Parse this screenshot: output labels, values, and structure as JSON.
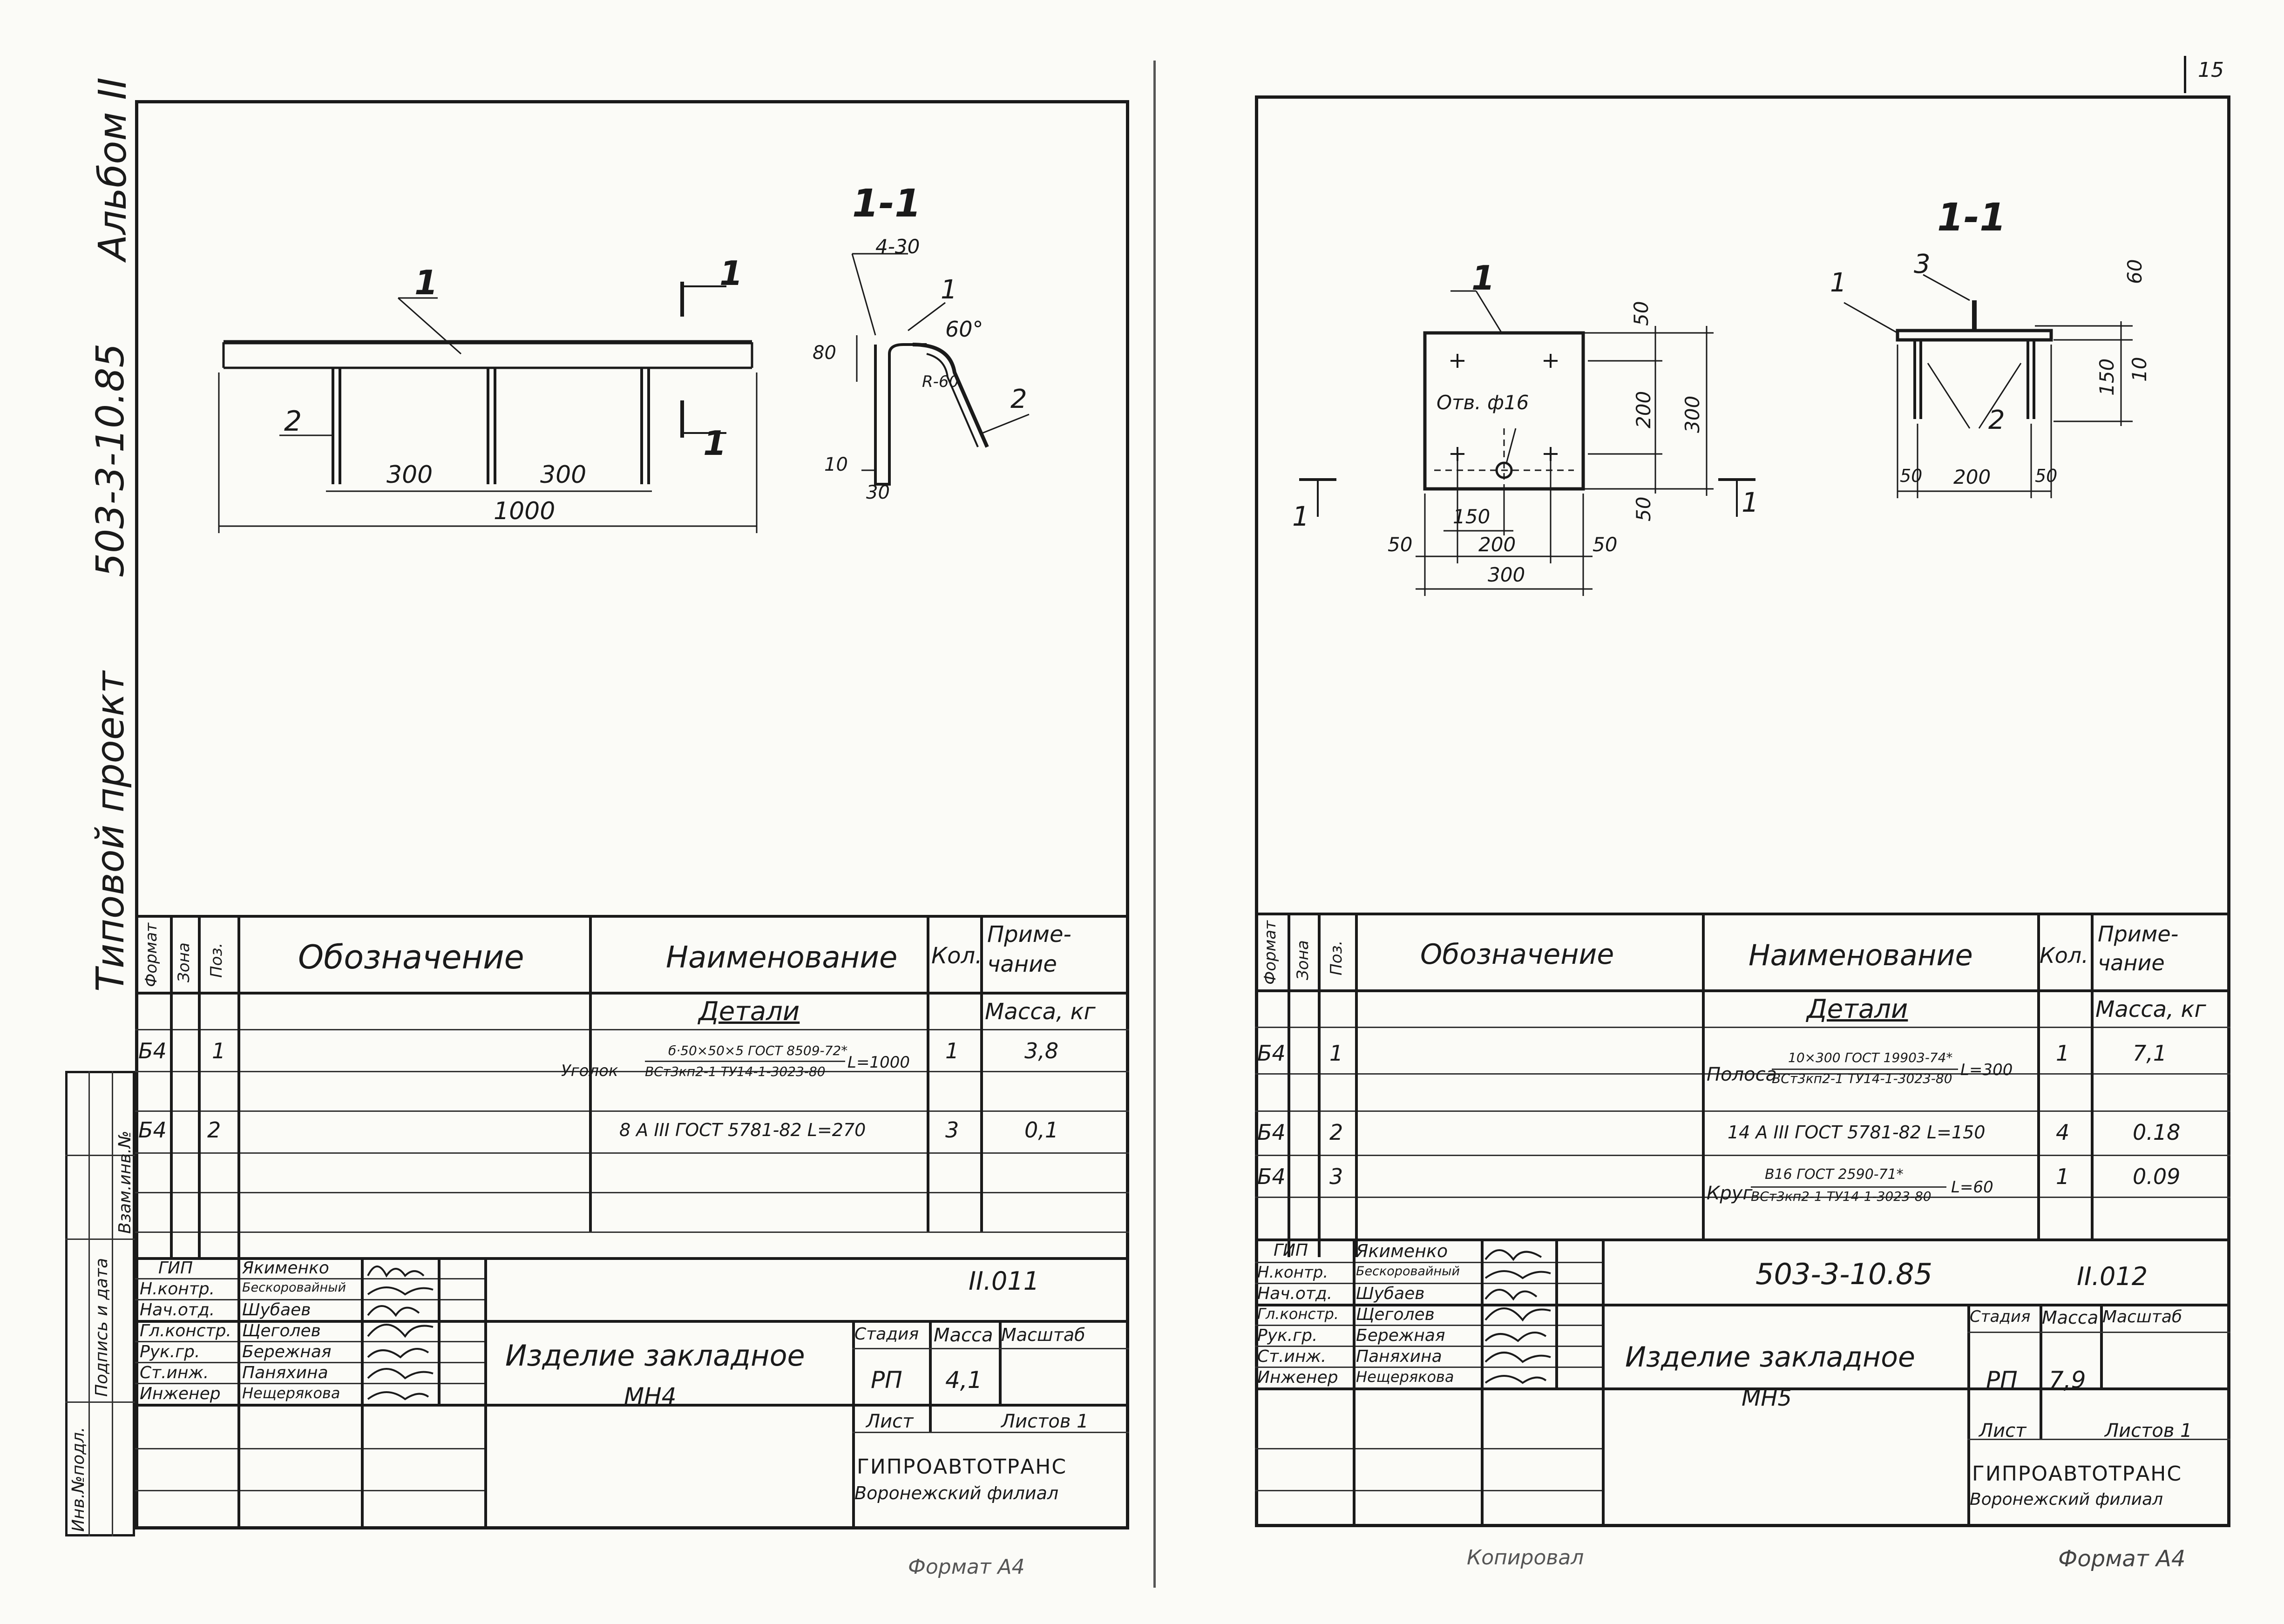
{
  "side_strip": {
    "album": "Альбом II",
    "code": "503-3-10.85",
    "project_type": "Типовой проект",
    "stamp_col1": "Инв.№подл.",
    "stamp_col2": "Подпись и дата",
    "stamp_col3": "Взам.инв.№"
  },
  "page_number": "15",
  "sheet_left": {
    "section_mark": "1-1",
    "drawing": {
      "pos1": "1",
      "pos2": "2",
      "cut": "1",
      "dim_300a": "300",
      "dim_300b": "300",
      "dim_1000": "1000",
      "sec_dim_4_30": "4-30",
      "sec_angle": "60°",
      "sec_r": "R-60",
      "sec_80": "80",
      "sec_10": "10",
      "sec_30": "30"
    },
    "spec_headers": {
      "format": "Формат",
      "zone": "Зона",
      "pos": "Поз.",
      "designation": "Обозначение",
      "name": "Наименование",
      "qty": "Кол.",
      "note": "Приме-чание"
    },
    "section_title": "Детали",
    "mass_header": "Масса, кг",
    "rows": [
      {
        "format": "Б4",
        "pos": "1",
        "name_prefix": "Уголок",
        "name_top": "б·50×50×5 ГОСТ 8509-72*",
        "name_bottom": "ВСт3кп2-1 ТУ14-1-3023-80",
        "name_len": "L=1000",
        "qty": "1",
        "mass": "3,8"
      },
      {
        "format": "Б4",
        "pos": "2",
        "name_prefix": "",
        "name_top": "8 A III ГОСТ 5781-82 L=270",
        "name_bottom": "",
        "name_len": "",
        "qty": "3",
        "mass": "0,1"
      }
    ],
    "title_block": {
      "roles": [
        "ГИП",
        "Н.контр.",
        "Нач.отд.",
        "Гл.констр.",
        "Рук.гр.",
        "Ст.инж.",
        "Инженер"
      ],
      "names": [
        "Якименко",
        "Бескоровайный",
        "Шубаев",
        "Щеголев",
        "Бережная",
        "Паняхина",
        "Нещерякова"
      ],
      "doc_code": "",
      "sheet_id": "II.011",
      "title": "Изделие закладное",
      "subtitle": "МН4",
      "stage_h": "Стадия",
      "mass_h": "Масса",
      "scale_h": "Масштаб",
      "stage": "РП",
      "mass": "4,1",
      "scale": "",
      "sheet_h": "Лист",
      "sheets_h": "Листов 1",
      "org": "ГИПРОАВТОТРАНС",
      "branch": "Воронежский филиал"
    },
    "footer": "Формат А4"
  },
  "sheet_right": {
    "section_mark": "1-1",
    "drawing": {
      "pos1": "1",
      "pos2": "2",
      "pos3": "3",
      "hole": "Отв. ф16",
      "dim_50a": "50",
      "dim_200v": "200",
      "dim_300v": "300",
      "dim_50b": "50",
      "dim_150": "150",
      "dim_50c": "50",
      "dim_200h": "200",
      "dim_50d": "50",
      "dim_300h": "300",
      "sec_60": "60",
      "sec_150": "150",
      "sec_10": "10",
      "sec_50a": "50",
      "sec_200": "200",
      "sec_50b": "50",
      "cut": "1"
    },
    "spec_headers": {
      "format": "Формат",
      "zone": "Зона",
      "pos": "Поз.",
      "designation": "Обозначение",
      "name": "Наименование",
      "qty": "Кол.",
      "note": "Приме-чание"
    },
    "section_title": "Детали",
    "mass_header": "Масса, кг",
    "rows": [
      {
        "format": "Б4",
        "pos": "1",
        "name_prefix": "Полоса",
        "name_top": "10×300 ГОСТ 19903-74*",
        "name_bottom": "ВСт3кп2-1 ТУ14-1-3023-80",
        "name_len": "L=300",
        "qty": "1",
        "mass": "7,1"
      },
      {
        "format": "Б4",
        "pos": "2",
        "name_prefix": "",
        "name_top": "14 A III ГОСТ 5781-82 L=150",
        "name_bottom": "",
        "name_len": "",
        "qty": "4",
        "mass": "0.18"
      },
      {
        "format": "Б4",
        "pos": "3",
        "name_prefix": "Круг",
        "name_top": "В16 ГОСТ 2590-71*",
        "name_bottom": "ВСт3кп2-1 ТУ14-1-3023-80",
        "name_len": "L=60",
        "qty": "1",
        "mass": "0.09"
      }
    ],
    "title_block": {
      "roles": [
        "ГИП",
        "Н.контр.",
        "Нач.отд.",
        "Гл.констр.",
        "Рук.гр.",
        "Ст.инж.",
        "Инженер"
      ],
      "names": [
        "Якименко",
        "Бескоровайный",
        "Шубаев",
        "Щеголев",
        "Бережная",
        "Паняхина",
        "Нещерякова"
      ],
      "doc_code": "503-3-10.85",
      "sheet_id": "II.012",
      "title": "Изделие закладное",
      "subtitle": "МН5",
      "stage_h": "Стадия",
      "mass_h": "Масса",
      "scale_h": "Масштаб",
      "stage": "РП",
      "mass": "7,9",
      "scale": "",
      "sheet_h": "Лист",
      "sheets_h": "Листов 1",
      "org": "ГИПРОАВТОТРАНС",
      "branch": "Воронежский филиал"
    },
    "footer_left": "Копировал",
    "footer": "Формат А4"
  },
  "colors": {
    "ink": "#1a1a1a",
    "paper": "#fbfbf7"
  }
}
